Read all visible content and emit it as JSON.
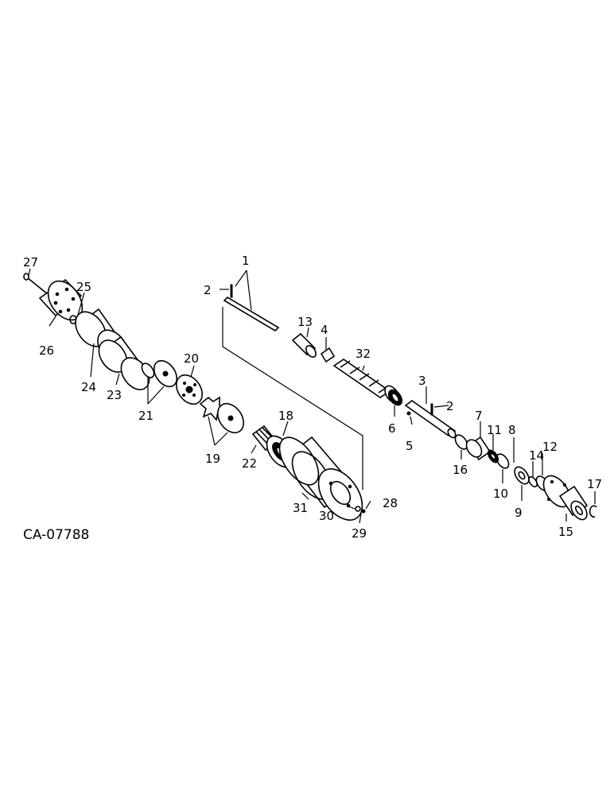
{
  "drawing_code": "CA-07788",
  "callouts": [
    "1",
    "2",
    "2",
    "3",
    "4",
    "5",
    "6",
    "7",
    "8",
    "9",
    "10",
    "11",
    "12",
    "13",
    "14",
    "15",
    "16",
    "17",
    "18",
    "19",
    "20",
    "21",
    "22",
    "23",
    "24",
    "25",
    "26",
    "27",
    "28",
    "29",
    "30",
    "31",
    "32"
  ]
}
